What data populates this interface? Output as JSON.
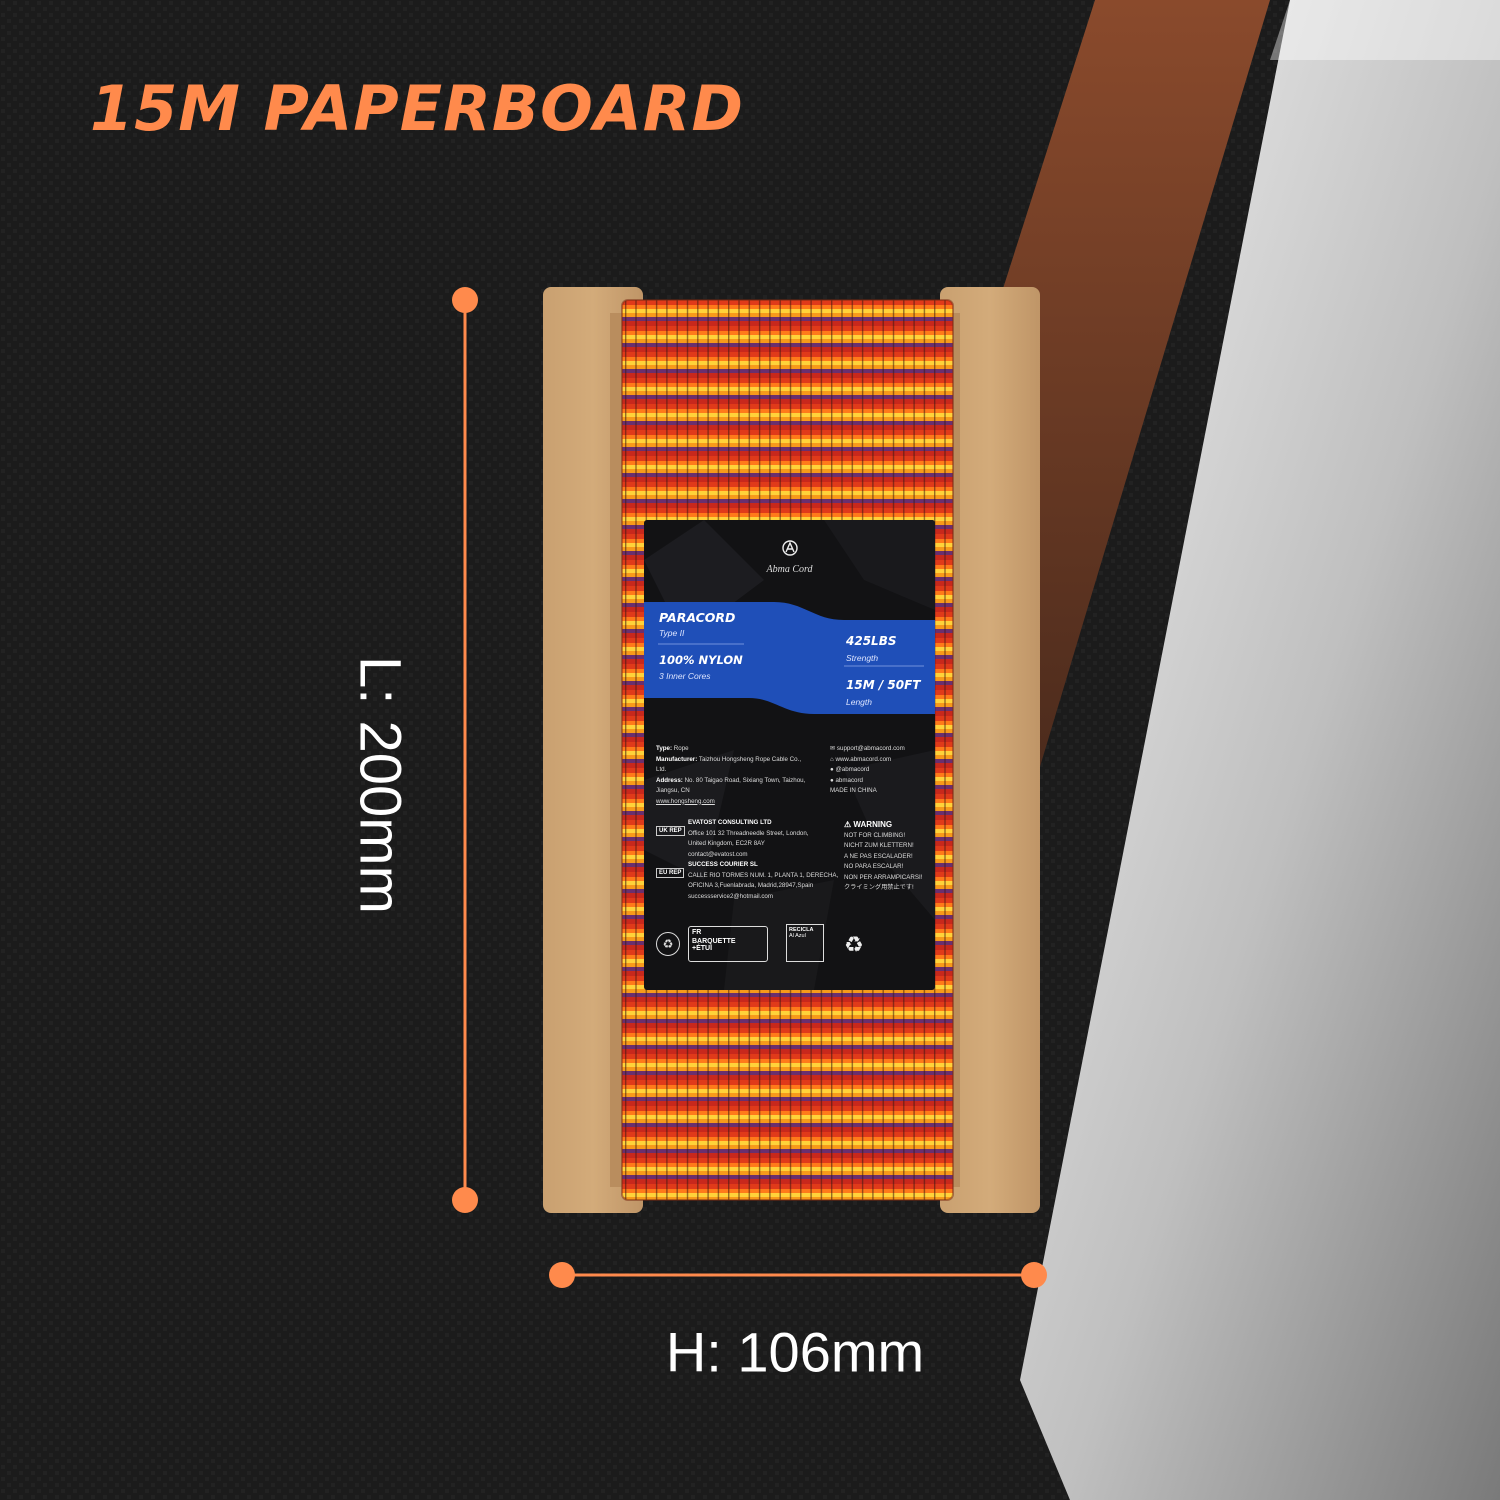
{
  "title": "15M PAPERBOARD",
  "dimension_length": "L: 200mm",
  "dimension_height": "H: 106mm",
  "label": {
    "brand": "Abma Cord",
    "product": "PARACORD",
    "product_type": "Type II",
    "material": "100% NYLON",
    "cores": "3 Inner Cores",
    "strength_value": "425LBS",
    "strength_label": "Strength",
    "length_value": "15M / 50FT",
    "length_label": "Length",
    "info": {
      "type_key": "Type:",
      "type_val": "Rope",
      "manufacturer_key": "Manufacturer:",
      "manufacturer_val": "Taizhou Hongsheng Rope Cable Co., Ltd.",
      "address_key": "Address:",
      "address_val": "No. 80 Taigao Road, Sixiang Town, Taizhou, Jiangsu, CN",
      "website": "www.hongsheng.com"
    },
    "contacts": [
      "support@abmacord.com",
      "www.abmacord.com",
      "@abmacord",
      "abmacord"
    ],
    "made_in": "MADE IN CHINA",
    "uk_rep": {
      "tag_a": "UK",
      "tag_b": "REP",
      "name": "EVATOST CONSULTING LTD",
      "line1": "Office 101 32 Threadneedle Street, London,",
      "line2": "United Kingdom, EC2R 8AY",
      "line3": "contact@evatost.com"
    },
    "eu_rep": {
      "tag_a": "EU",
      "tag_b": "REP",
      "name": "SUCCESS COURIER SL",
      "line1": "CALLE RIO TORMES NUM. 1, PLANTA 1, DERECHA,",
      "line2": "OFICINA 3,Fuenlabrada, Madrid,28947,Spain",
      "line3": "successservice2@hotmail.com"
    },
    "warning": {
      "heading": "WARNING",
      "lines": [
        "NOT FOR CLIMBING!",
        "NICHT ZUM KLETTERN!",
        "A NE PAS ESCALADER!",
        "NO PARA ESCALAR!",
        "NON PER ARRAMPICARSI!",
        "クライミング用禁止です!"
      ]
    },
    "recycle": {
      "fr": "FR",
      "barquette": "BARQUETTE",
      "etui": "+ÉTUI",
      "recicla": "RECICLA",
      "recicla_sub": "Al Azul"
    }
  },
  "colors": {
    "accent_orange": "#ff8a4c",
    "cardboard": "#c49a6c",
    "label_blue": "#1f4fb8",
    "background": "#1a1a1a"
  }
}
